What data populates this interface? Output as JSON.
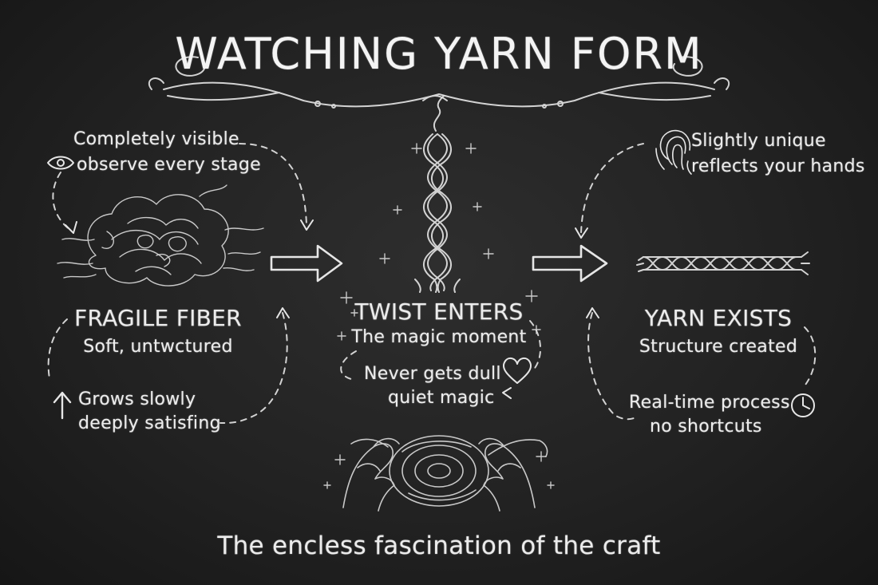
{
  "title": "WATCHING YARN FORM",
  "stages": [
    {
      "name": "FRAGILE FIBER",
      "sub": "Soft, untwctured"
    },
    {
      "name": "TWIST ENTERS",
      "sub": "The magic moment"
    },
    {
      "name": "YARN EXISTS",
      "sub": "Structure created"
    }
  ],
  "notes": {
    "visible_line1": "Completely visible",
    "visible_line2": "observe every stage",
    "unique_line1": "Slightly unique",
    "unique_line2": "reflects your hands",
    "grows_line1": "Grows slowly",
    "grows_line2": "deeply satisfing",
    "dull_line1": "Never gets dull",
    "dull_line2": "quiet magic",
    "realtime_line1": "Real-time process",
    "realtime_line2": "no shortcuts"
  },
  "footer": "The encless fascination of the craft",
  "icons": [
    "eye-icon",
    "fingerprint-icon",
    "up-arrow-icon",
    "heart-icon",
    "clock-icon"
  ],
  "colors": {
    "board": "#222222",
    "chalk": "#ececec"
  }
}
